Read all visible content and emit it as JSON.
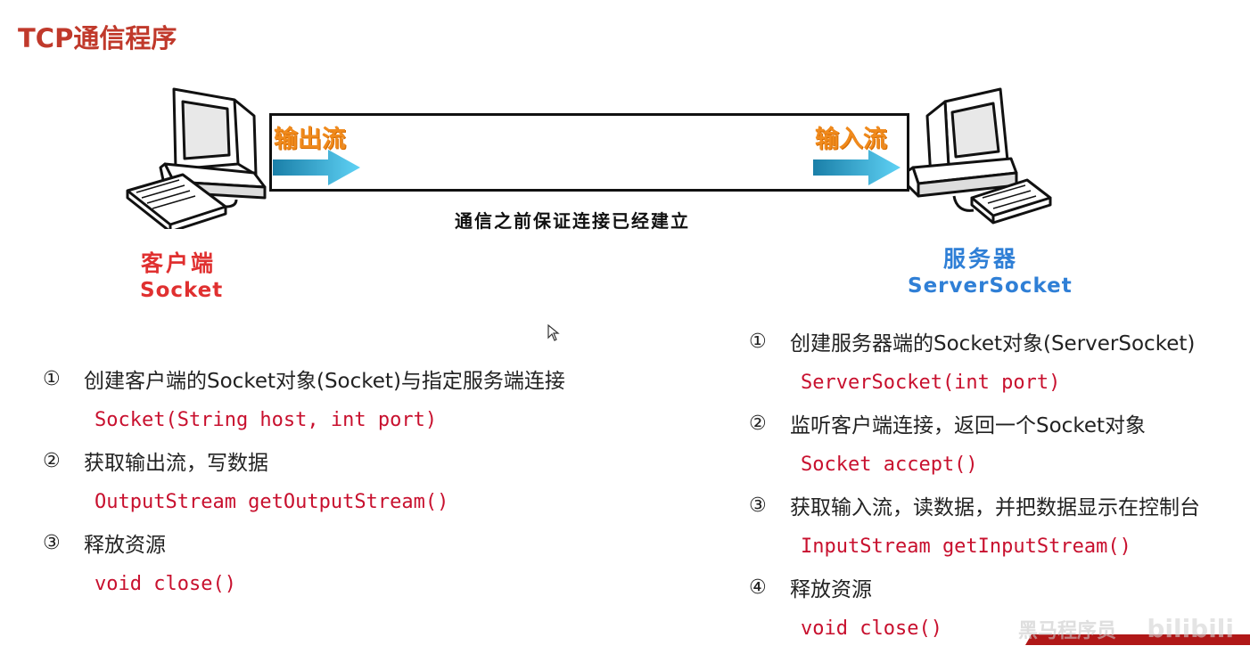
{
  "title": "TCP通信程序",
  "channel": {
    "output_stream_label": "输出流",
    "input_stream_label": "输入流",
    "note": "通信之前保证连接已经建立"
  },
  "client": {
    "name_cn": "客户端",
    "name_en": "Socket"
  },
  "server": {
    "name_cn": "服务器",
    "name_en": "ServerSocket"
  },
  "client_steps": [
    {
      "num": "①",
      "text": "创建客户端的Socket对象(Socket)与指定服务端连接",
      "code": "Socket(String host, int port)"
    },
    {
      "num": "②",
      "text": "获取输出流，写数据",
      "code": "OutputStream getOutputStream()"
    },
    {
      "num": "③",
      "text": "释放资源",
      "code": "void close()"
    }
  ],
  "server_steps": [
    {
      "num": "①",
      "text": "创建服务器端的Socket对象(ServerSocket)",
      "code": "ServerSocket(int port)"
    },
    {
      "num": "②",
      "text": "监听客户端连接，返回一个Socket对象",
      "code": "Socket accept()"
    },
    {
      "num": "③",
      "text": "获取输入流，读数据，并把数据显示在控制台",
      "code": "InputStream getInputStream()"
    },
    {
      "num": "④",
      "text": "释放资源",
      "code": "void close()"
    }
  ],
  "watermark": {
    "text": "黑马程序员",
    "logo": "bilibili"
  },
  "colors": {
    "title": "#c0392b",
    "client": "#e03030",
    "server": "#2f7fd6",
    "stream_label": "#f08a1c",
    "code": "#c8102e"
  },
  "icons": {
    "computer": "computer-icon",
    "arrow": "arrow-right-icon",
    "cursor": "mouse-cursor-icon"
  }
}
